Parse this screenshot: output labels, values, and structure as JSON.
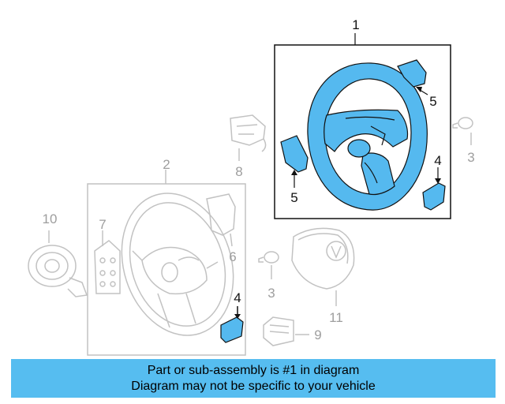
{
  "colors": {
    "highlight_fill": "#55b9ef",
    "faded_stroke": "#c2c2c2",
    "dark_stroke": "#111111",
    "banner": "#56bdf0"
  },
  "callouts": {
    "c1": "1",
    "c2": "2",
    "c3_top": "3",
    "c3_mid": "3",
    "c4_right": "4",
    "c4_left": "4",
    "c5_top": "5",
    "c5_left": "5",
    "c6": "6",
    "c7": "7",
    "c8": "8",
    "c9": "9",
    "c10": "10",
    "c11": "11"
  },
  "banner": {
    "line1": "Part or sub-assembly is #1 in diagram",
    "line2": "Diagram may not be specific to your vehicle"
  }
}
